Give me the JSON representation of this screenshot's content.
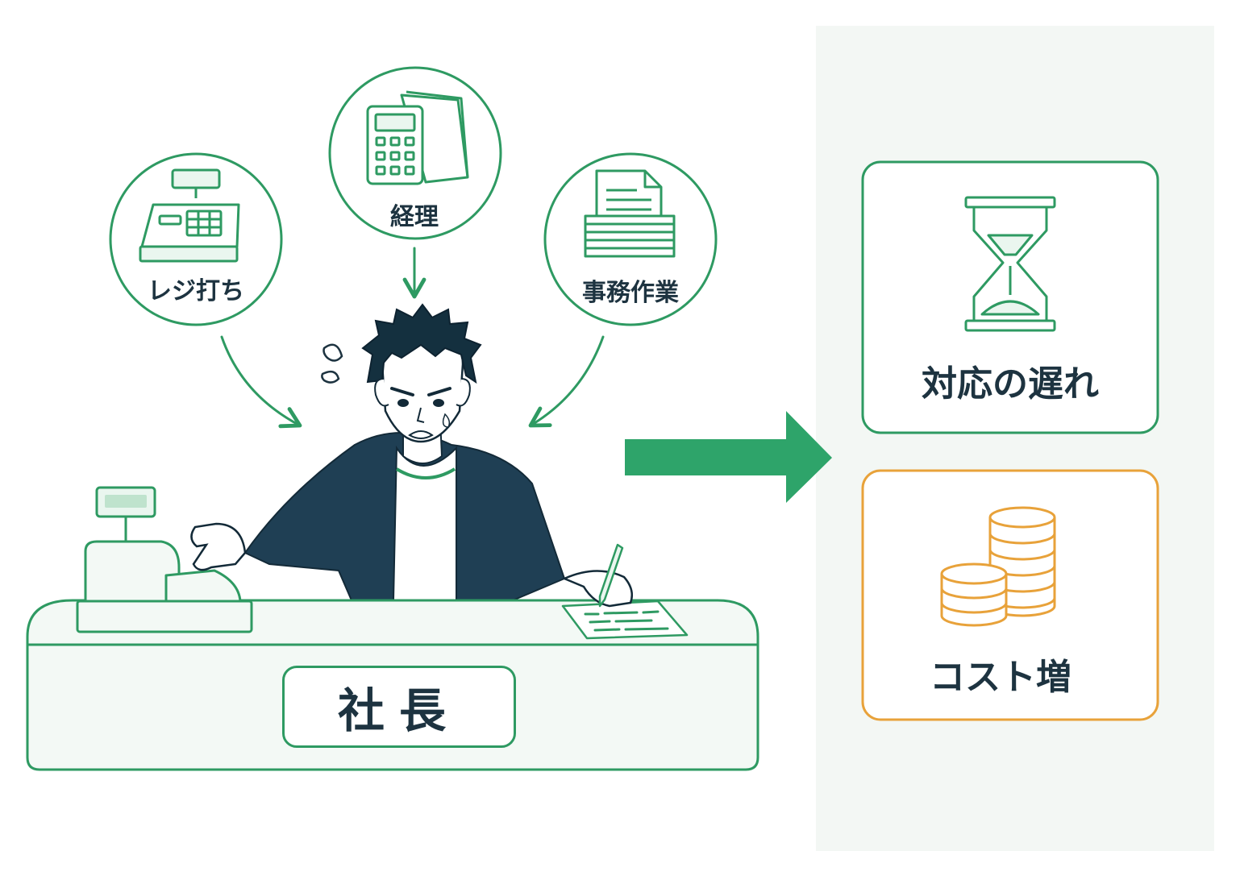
{
  "tasks": {
    "register": "レジ打ち",
    "accounting": "経理",
    "office_work": "事務作業"
  },
  "person": {
    "title": "社長"
  },
  "results": {
    "delay": "対応の遅れ",
    "cost": "コスト増"
  },
  "colors": {
    "green": "#2e9a62",
    "arrow_green": "#2ea46a",
    "light_green": "#eaf6ef",
    "orange": "#e8a23a",
    "navy": "#1d3340",
    "panel_bg": "#f3f7f4"
  }
}
